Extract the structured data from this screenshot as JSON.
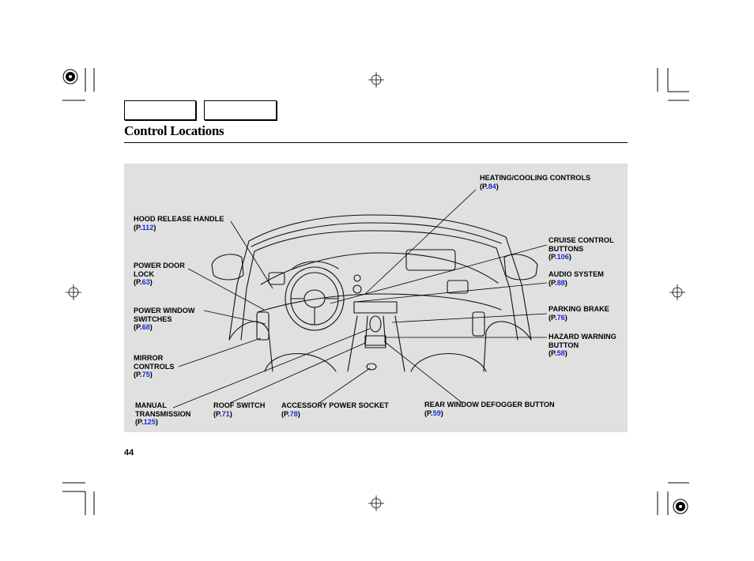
{
  "page": {
    "title": "Control Locations",
    "page_number": "44"
  },
  "labels": {
    "heating": {
      "name": "HEATING/COOLING CONTROLS",
      "ref_prefix": "(P.",
      "ref_num": "84",
      "ref_suffix": ")"
    },
    "hood": {
      "name": "HOOD RELEASE HANDLE",
      "ref_prefix": "(P.",
      "ref_num": "112",
      "ref_suffix": ")"
    },
    "cruise": {
      "name_line1": "CRUISE CONTROL",
      "name_line2": "BUTTONS",
      "ref_prefix": "(P.",
      "ref_num": "106",
      "ref_suffix": ")"
    },
    "door_lock": {
      "name_line1": "POWER DOOR",
      "name_line2": "LOCK",
      "ref_prefix": "(P.",
      "ref_num": "63",
      "ref_suffix": ")"
    },
    "audio": {
      "name": "AUDIO SYSTEM",
      "ref_prefix": "(P.",
      "ref_num": "88",
      "ref_suffix": ")"
    },
    "window": {
      "name_line1": "POWER WINDOW",
      "name_line2": "SWITCHES",
      "ref_prefix": "(P.",
      "ref_num": "68",
      "ref_suffix": ")"
    },
    "parking": {
      "name": "PARKING BRAKE",
      "ref_prefix": "(P.",
      "ref_num": "76",
      "ref_suffix": ")"
    },
    "hazard": {
      "name_line1": "HAZARD WARNING",
      "name_line2": "BUTTON",
      "ref_prefix": "(P.",
      "ref_num": "58",
      "ref_suffix": ")"
    },
    "mirror": {
      "name_line1": "MIRROR",
      "name_line2": "CONTROLS",
      "ref_prefix": "(P.",
      "ref_num": "75",
      "ref_suffix": ")"
    },
    "manual": {
      "name_line1": "MANUAL",
      "name_line2": "TRANSMISSION",
      "ref_prefix": "(P.",
      "ref_num": "125",
      "ref_suffix": ")"
    },
    "roof": {
      "name": "ROOF SWITCH",
      "ref_prefix": "(P.",
      "ref_num": "71",
      "ref_suffix": ")"
    },
    "accessory": {
      "name": "ACCESSORY POWER SOCKET",
      "ref_prefix": "(P.",
      "ref_num": "78",
      "ref_suffix": ")"
    },
    "defogger": {
      "name": "REAR WINDOW DEFOGGER BUTTON",
      "ref_prefix": "(P.",
      "ref_num": "59",
      "ref_suffix": ")"
    }
  },
  "colors": {
    "link": "#1a2fd6",
    "panel": "#e0e0e0"
  }
}
